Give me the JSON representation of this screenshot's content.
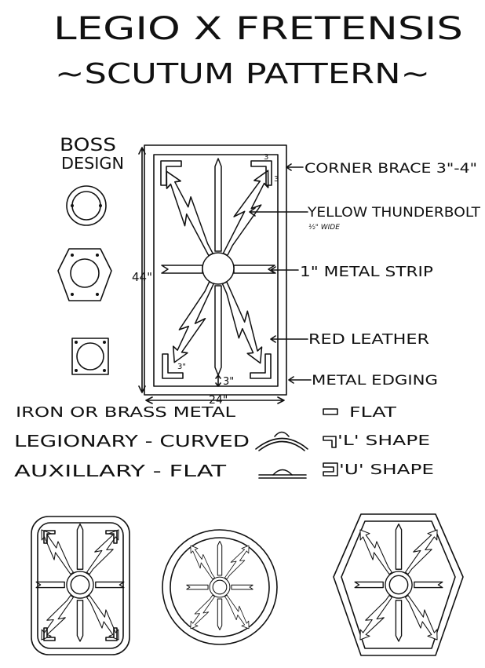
{
  "title": "LEGIO X FRETENSIS",
  "subtitle": "~SCUTUM PATTERN~",
  "boss_design": {
    "line1": "BOSS",
    "line2": "DESIGN"
  },
  "dimensions": {
    "height": "44\"",
    "width": "24\"",
    "bottom_gap": "3\"",
    "corner_top": "3",
    "corner_side": "3",
    "corner_small": "3\""
  },
  "callouts": {
    "corner_brace": "CORNER BRACE 3\"-4\"",
    "thunderbolt": "YELLOW THUNDERBOLT",
    "thunderbolt_note": "½\" WIDE",
    "metal_strip": "1\" METAL STRIP",
    "red_leather": "RED LEATHER",
    "metal_edging": "METAL EDGING"
  },
  "notes": {
    "material": "IRON OR BRASS METAL",
    "legionary": "LEGIONARY - CURVED",
    "auxillary": "AUXILLARY - FLAT"
  },
  "edging_legend": {
    "flat": "FLAT",
    "l_shape": "'L' SHAPE",
    "u_shape": "'U' SHAPE"
  }
}
